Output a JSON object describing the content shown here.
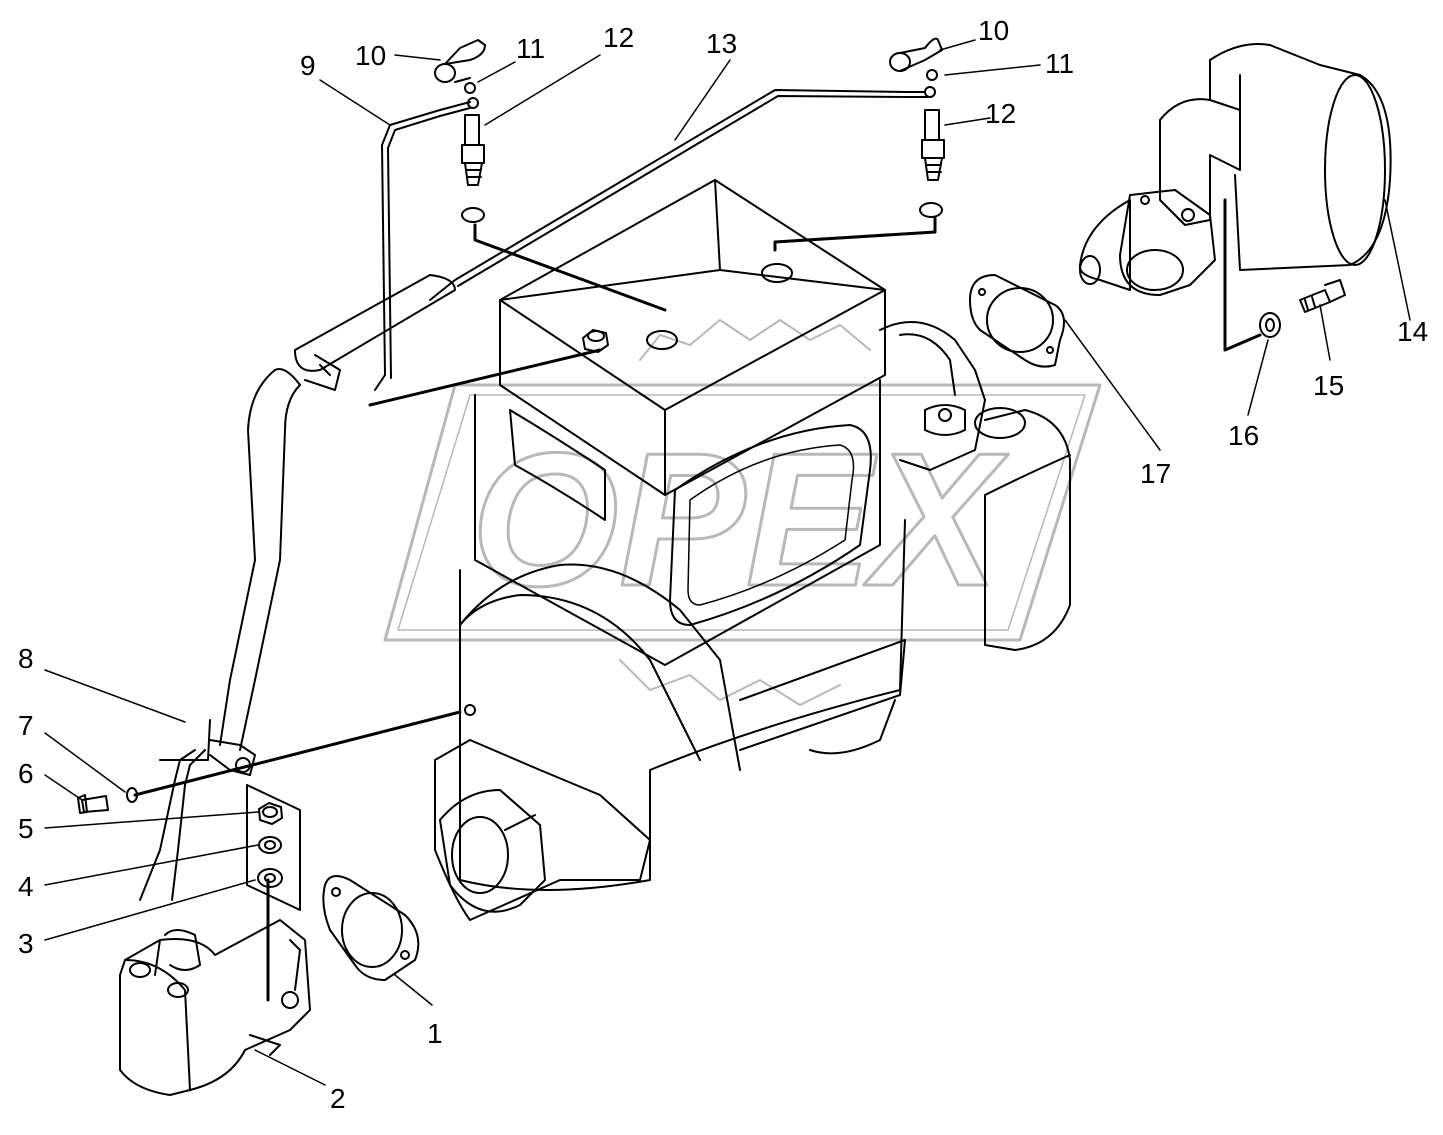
{
  "diagram": {
    "watermark": "OPEX",
    "callouts": [
      {
        "id": "c1",
        "label": "1"
      },
      {
        "id": "c2",
        "label": "2"
      },
      {
        "id": "c3",
        "label": "3"
      },
      {
        "id": "c4",
        "label": "4"
      },
      {
        "id": "c5",
        "label": "5"
      },
      {
        "id": "c6",
        "label": "6"
      },
      {
        "id": "c7",
        "label": "7"
      },
      {
        "id": "c8",
        "label": "8"
      },
      {
        "id": "c9",
        "label": "9"
      },
      {
        "id": "c10a",
        "label": "10"
      },
      {
        "id": "c11a",
        "label": "11"
      },
      {
        "id": "c12a",
        "label": "12"
      },
      {
        "id": "c13",
        "label": "13"
      },
      {
        "id": "c10b",
        "label": "10"
      },
      {
        "id": "c11b",
        "label": "11"
      },
      {
        "id": "c12b",
        "label": "12"
      },
      {
        "id": "c14",
        "label": "14"
      },
      {
        "id": "c15",
        "label": "15"
      },
      {
        "id": "c16",
        "label": "16"
      },
      {
        "id": "c17",
        "label": "17"
      }
    ]
  },
  "colors": {
    "line": "#000000",
    "watermark": "#b8b8b8",
    "background": "#ffffff"
  }
}
